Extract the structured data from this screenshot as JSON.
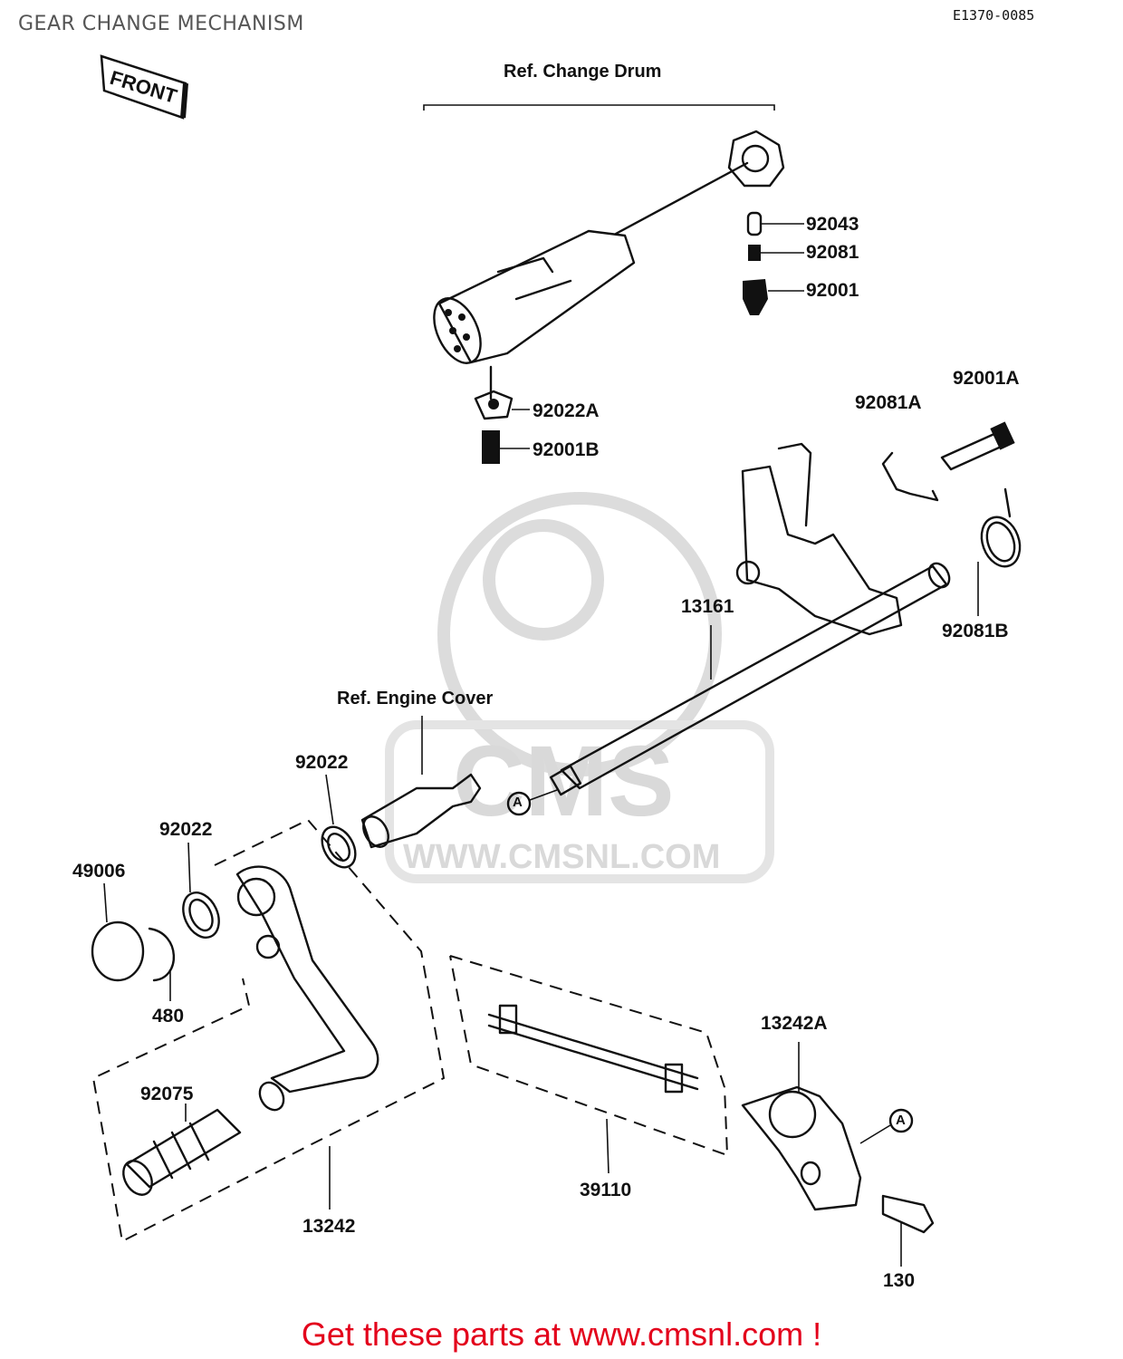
{
  "title": "GEAR CHANGE MECHANISM",
  "diagram_code": "E1370-0085",
  "front_marker": "FRONT",
  "references": {
    "change_drum": "Ref.  Change Drum",
    "engine_cover": "Ref. Engine Cover"
  },
  "callout_marker": "A",
  "watermark": {
    "brand": "CMS",
    "url": "WWW.CMSNL.COM"
  },
  "parts": [
    {
      "id": "p92043",
      "label": "92043"
    },
    {
      "id": "p92081",
      "label": "92081"
    },
    {
      "id": "p92001",
      "label": "92001"
    },
    {
      "id": "p92022A",
      "label": "92022A"
    },
    {
      "id": "p92001B",
      "label": "92001B"
    },
    {
      "id": "p92081A",
      "label": "92081A"
    },
    {
      "id": "p92001A",
      "label": "92001A"
    },
    {
      "id": "p92081B",
      "label": "92081B"
    },
    {
      "id": "p13161",
      "label": "13161"
    },
    {
      "id": "p92022a",
      "label": "92022"
    },
    {
      "id": "p92022b",
      "label": "92022"
    },
    {
      "id": "p49006",
      "label": "49006"
    },
    {
      "id": "p480",
      "label": "480"
    },
    {
      "id": "p92075",
      "label": "92075"
    },
    {
      "id": "p13242",
      "label": "13242"
    },
    {
      "id": "p39110",
      "label": "39110"
    },
    {
      "id": "p13242A",
      "label": "13242A"
    },
    {
      "id": "p130",
      "label": "130"
    }
  ],
  "footer": "Get these parts at www.cmsnl.com !"
}
